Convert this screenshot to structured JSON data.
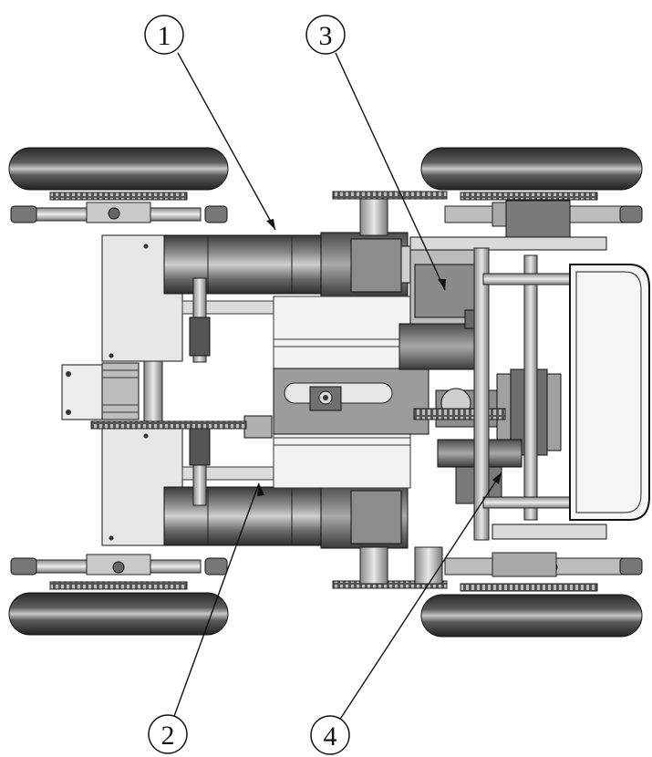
{
  "callouts": [
    {
      "id": "1",
      "label": "1"
    },
    {
      "id": "2",
      "label": "2"
    },
    {
      "id": "3",
      "label": "3"
    },
    {
      "id": "4",
      "label": "4"
    }
  ],
  "colors": {
    "line": "#111111",
    "wheel_dark": "#2c2c2c",
    "wheel_mid": "#5a5a5a",
    "wheel_light": "#bdbdbd",
    "metal_light": "#d6d6d6",
    "metal_mid": "#9a9a9a",
    "metal_dark": "#5e5e5e",
    "plate": "#e9e9e9",
    "background": "#ffffff"
  }
}
